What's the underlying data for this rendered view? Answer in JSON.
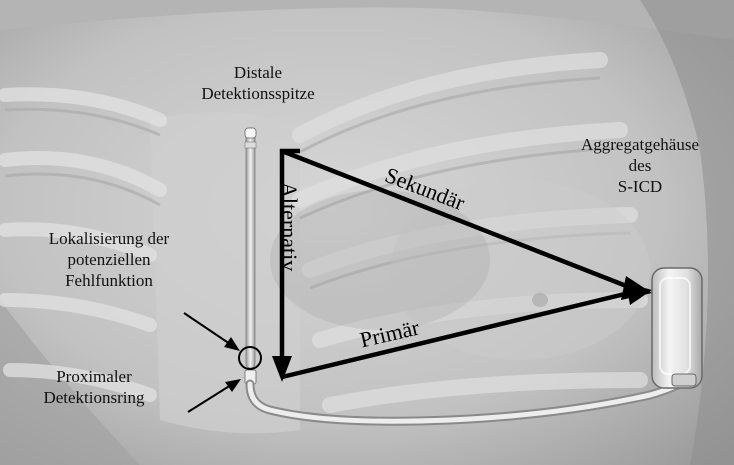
{
  "labels": {
    "distal_tip": [
      "Distale",
      "Detektionsspitze"
    ],
    "generator": [
      "Aggregatgehäuse",
      "des",
      "S-ICD"
    ],
    "malfunction": [
      "Lokalisierung der",
      "potenziellen",
      "Fehlfunktion"
    ],
    "proximal_ring": [
      "Proximaler",
      "Detektionsring"
    ]
  },
  "vectors": {
    "secondary": "Sekundär",
    "alternative": "Alternativ",
    "primary": "Primär"
  },
  "colors": {
    "arrow": "#000000",
    "background_dark": "#8a8a8a",
    "background_light": "#dcdcdc"
  }
}
